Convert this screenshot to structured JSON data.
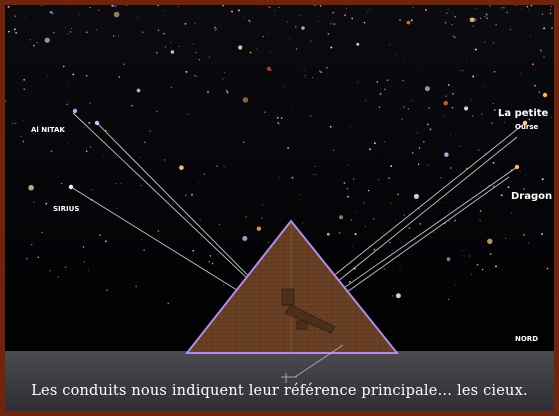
{
  "labels": {
    "alnitak": "Al NITAK",
    "sirius": "SIRIUS",
    "petite": "La petite",
    "ourse": "Ourse",
    "dragon": "Dragon",
    "nord": "NORD"
  },
  "caption": "Les conduits nous indiquent leur référence principale… les cieux.",
  "colors": {
    "frame": "#6e2510",
    "sky": "#030306",
    "ground": "#3c3c41",
    "pyramid_fill": "#6b4228",
    "pyramid_outline": "#b48ce6",
    "shaft_lines": "#dcdcdc"
  }
}
